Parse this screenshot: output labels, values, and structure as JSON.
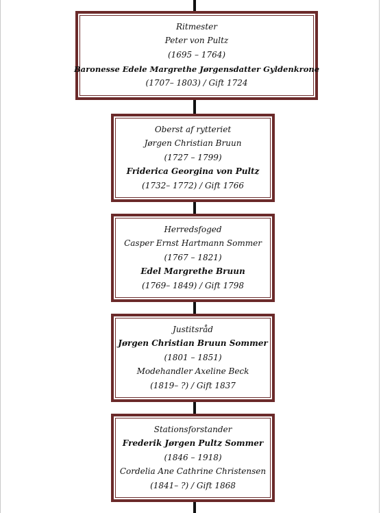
{
  "colors": {
    "frame": "#6b2a2a",
    "connector": "#111111",
    "text": "#111111"
  },
  "generations": [
    {
      "title": "Ritmester",
      "husband": "Peter von Pultz",
      "husband_years": "(1695 – 1764)",
      "wife": "Baronesse Edele Margrethe Jørgensdatter Gyldenkrone",
      "wife_years": "(1707– 1803) / Gift 1724",
      "bold": "wife"
    },
    {
      "title": "Oberst af rytteriet",
      "husband": "Jørgen Christian Bruun",
      "husband_years": "(1727 – 1799)",
      "wife": "Friderica Georgina von Pultz",
      "wife_years": "(1732– 1772) / Gift 1766",
      "bold": "wife"
    },
    {
      "title": "Herredsfoged",
      "husband": "Casper Ernst Hartmann Sommer",
      "husband_years": "(1767 – 1821)",
      "wife": "Edel Margrethe Bruun",
      "wife_years": "(1769– 1849) / Gift 1798",
      "bold": "wife"
    },
    {
      "title": "Justitsråd",
      "husband": "Jørgen Christian Bruun Sommer",
      "husband_years": "(1801 – 1851)",
      "wife": "Modehandler Axeline Beck",
      "wife_years": "(1819– ?) / Gift 1837",
      "bold": "husband"
    },
    {
      "title": "Stationsforstander",
      "husband": "Frederik Jørgen Pultz Sommer",
      "husband_years": "(1846 – 1918)",
      "wife": "Cordelia Ane Cathrine Christensen",
      "wife_years": "(1841– ?) / Gift 1868",
      "bold": "husband"
    }
  ]
}
